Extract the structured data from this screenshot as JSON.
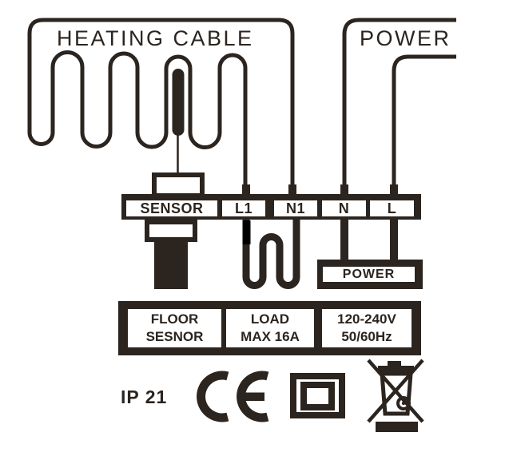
{
  "colors": {
    "ink": "#2b241f",
    "black": "#000000",
    "bg": "#ffffff"
  },
  "diagram": {
    "heating_cable_label": "HEATING CABLE",
    "power_supply_label": "POWER",
    "terminals": [
      "SENSOR",
      "L1",
      "N1",
      "N",
      "L"
    ],
    "power_box_label": "POWER",
    "spec_table": {
      "cells": [
        {
          "line1": "FLOOR",
          "line2": "SESNOR"
        },
        {
          "line1": "LOAD",
          "line2": "MAX 16A"
        },
        {
          "line1": "120-240V",
          "line2": "50/60Hz"
        }
      ]
    },
    "footer": {
      "ip_rating": "IP 21",
      "icons": [
        "ce-mark-icon",
        "class-ii-double-insulation-icon",
        "weee-crossed-bin-icon"
      ]
    }
  }
}
